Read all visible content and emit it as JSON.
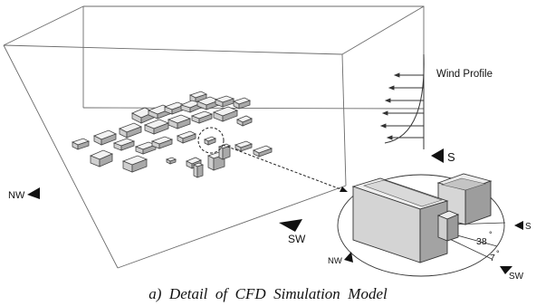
{
  "labels": {
    "wind_profile": "Wind Profile",
    "s_main": "S",
    "nw_main": "NW",
    "sw_main": "SW",
    "nw_detail": "NW",
    "s_detail": "S",
    "sw_detail": "SW",
    "angle_38": "38",
    "angle_7": "7",
    "deg": "°",
    "caption": "a)  Detail  of  CFD  Simulation  Model"
  },
  "colors": {
    "line": "#4d4d4d",
    "building_top": "#f2f2f2",
    "building_side": "#bdbdbd",
    "arrow": "#111111"
  },
  "icons": {
    "direction_marker": "triangle-arrow-icon",
    "wind_arrow": "left-arrow-icon"
  }
}
